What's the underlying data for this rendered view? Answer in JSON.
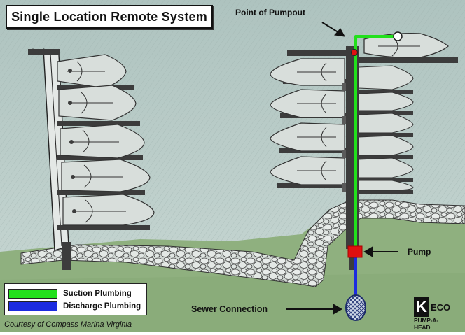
{
  "title": "Single Location Remote System",
  "callouts": {
    "pumpout": "Point of Pumpout",
    "pump": "Pump",
    "sewer": "Sewer Connection"
  },
  "legend": {
    "suction": {
      "label": "Suction Plumbing",
      "color": "#22e01c"
    },
    "discharge": {
      "label": "Discharge Plumbing",
      "color": "#1c2be0"
    }
  },
  "colors": {
    "sky": "#b9ccc8",
    "grass": "#8fb07f",
    "pump": "#e01010",
    "dock": "#3c3c3c",
    "boat": "#d8dedb"
  },
  "credit": "Courtesy of Compass Marina Virginia",
  "logo": {
    "mark": "K",
    "brand": "ECO",
    "tagline": "PUMP-A-HEAD"
  }
}
